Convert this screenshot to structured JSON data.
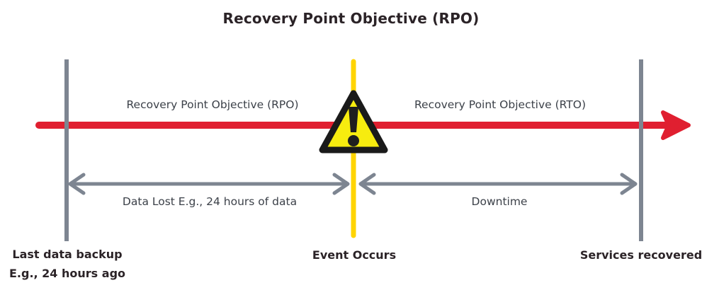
{
  "title": "Recovery Point Objective (RPO)",
  "timeline": {
    "rpo_label": "Recovery Point Objective (RPO)",
    "rto_label": "Recovery Point Objective (RTO)",
    "data_lost_label": "Data Lost E.g., 24 hours of data",
    "downtime_label": "Downtime"
  },
  "markers": {
    "backup_line1": "Last data backup",
    "backup_line2": "E.g., 24 hours ago",
    "event": "Event Occurs",
    "recovered": "Services recovered"
  },
  "icons": {
    "warning": "warning-triangle-icon"
  },
  "colors": {
    "timeline_red": "#e01f30",
    "marker_gray": "#7d8591",
    "event_yellow": "#ffd400",
    "triangle_fill": "#f7ec0f",
    "triangle_border": "#1a1a1a",
    "text_dark": "#2b2327",
    "text_gray": "#3c4149"
  }
}
